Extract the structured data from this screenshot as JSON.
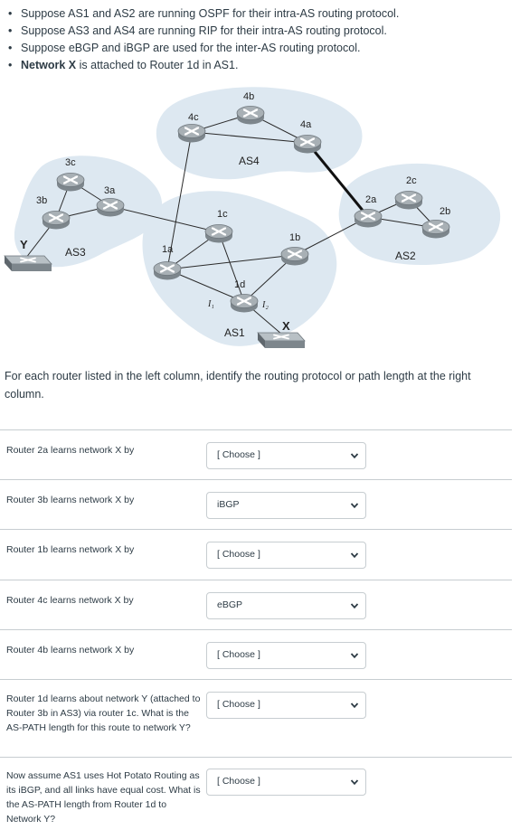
{
  "bullets": [
    {
      "prefix": "",
      "bold": "",
      "text": "Suppose AS1 and AS2 are running OSPF for their intra-AS routing protocol."
    },
    {
      "prefix": "",
      "bold": "",
      "text": "Suppose AS3 and AS4 are running RIP for their intra-AS routing protocol."
    },
    {
      "prefix": "",
      "bold": "",
      "text": "Suppose eBGP and iBGP are used for the inter-AS routing protocol."
    },
    {
      "prefix": "",
      "bold": "Network X",
      "text": " is attached to Router 1d in AS1."
    }
  ],
  "diagram": {
    "routers": {
      "r4b": "4b",
      "r4c": "4c",
      "r4a": "4a",
      "r3c": "3c",
      "r3a": "3a",
      "r3b": "3b",
      "r1c": "1c",
      "r1a": "1a",
      "r1b": "1b",
      "r1d": "1d",
      "r2c": "2c",
      "r2a": "2a",
      "r2b": "2b"
    },
    "as_labels": {
      "as4": "AS4",
      "as3": "AS3",
      "as1": "AS1",
      "as2": "AS2"
    },
    "network_y": "Y",
    "network_x": "X",
    "iface_1": "I₁",
    "iface_2": "I₂"
  },
  "instruction": "For each router listed in the left column, identify the routing protocol or path length at the right column.",
  "questions": [
    {
      "text": "Router 2a learns network X by",
      "selected": "[ Choose ]"
    },
    {
      "text": "Router 3b learns network X by",
      "selected": "iBGP"
    },
    {
      "text": "Router 1b learns network X by",
      "selected": "[ Choose ]"
    },
    {
      "text": "Router 4c learns network X by",
      "selected": "eBGP"
    },
    {
      "text": "Router 4b learns network X by",
      "selected": "[ Choose ]"
    },
    {
      "text": "Router 1d learns about network Y (attached to Router 3b in AS3) via router 1c. What is the AS-PATH length for this route to network Y?",
      "selected": "[ Choose ]"
    },
    {
      "text": "Now assume AS1 uses Hot Potato Routing as its iBGP, and all links have equal cost. What is the AS-PATH length from Router 1d to Network Y?",
      "selected": "[ Choose ]"
    }
  ]
}
